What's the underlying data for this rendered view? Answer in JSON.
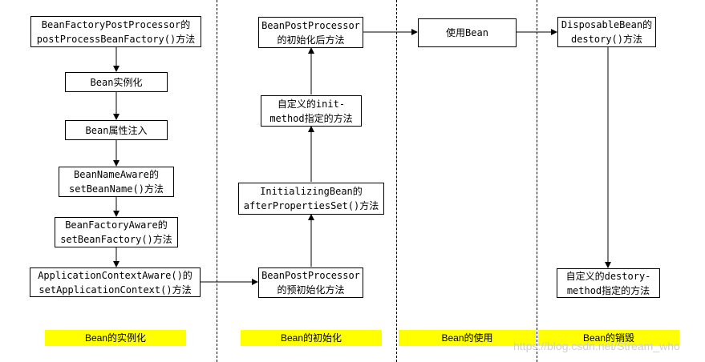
{
  "column_1": {
    "boxes": [
      {
        "line1": "BeanFactoryPostProcessor的",
        "line2": "postProcessBeanFactory()方法"
      },
      {
        "line1": "Bean实例化"
      },
      {
        "line1": "Bean属性注入"
      },
      {
        "line1": "BeanNameAware的",
        "line2": "setBeanName()方法"
      },
      {
        "line1": "BeanFactoryAware的",
        "line2": "setBeanFactory()方法"
      },
      {
        "line1": "ApplicationContextAware()的",
        "line2": "setApplicationContext()方法"
      }
    ]
  },
  "column_2": {
    "boxes": [
      {
        "line1": "BeanPostProcessor",
        "line2": "的初始化后方法"
      },
      {
        "line1": "自定义的init-",
        "line2": "method指定的方法"
      },
      {
        "line1": "InitializingBean的",
        "line2": "afterPropertiesSet()方法"
      },
      {
        "line1": "BeanPostProcessor",
        "line2": "的预初始化方法"
      }
    ]
  },
  "column_3": {
    "boxes": [
      {
        "line1": "使用Bean"
      }
    ]
  },
  "column_4": {
    "boxes": [
      {
        "line1": "DisposableBean的",
        "line2": "destory()方法"
      },
      {
        "line1": "自定义的destory-",
        "line2": "method指定的方法"
      }
    ]
  },
  "phases": [
    "Bean的实例化",
    "Bean的初始化",
    "Bean的使用",
    "Bean的销毁"
  ],
  "watermark": "https://blog.csdn.net/Stream_who",
  "colors": {
    "phase_bg": "#ffff00",
    "line": "#000000",
    "watermark": "#cfcfcf"
  }
}
